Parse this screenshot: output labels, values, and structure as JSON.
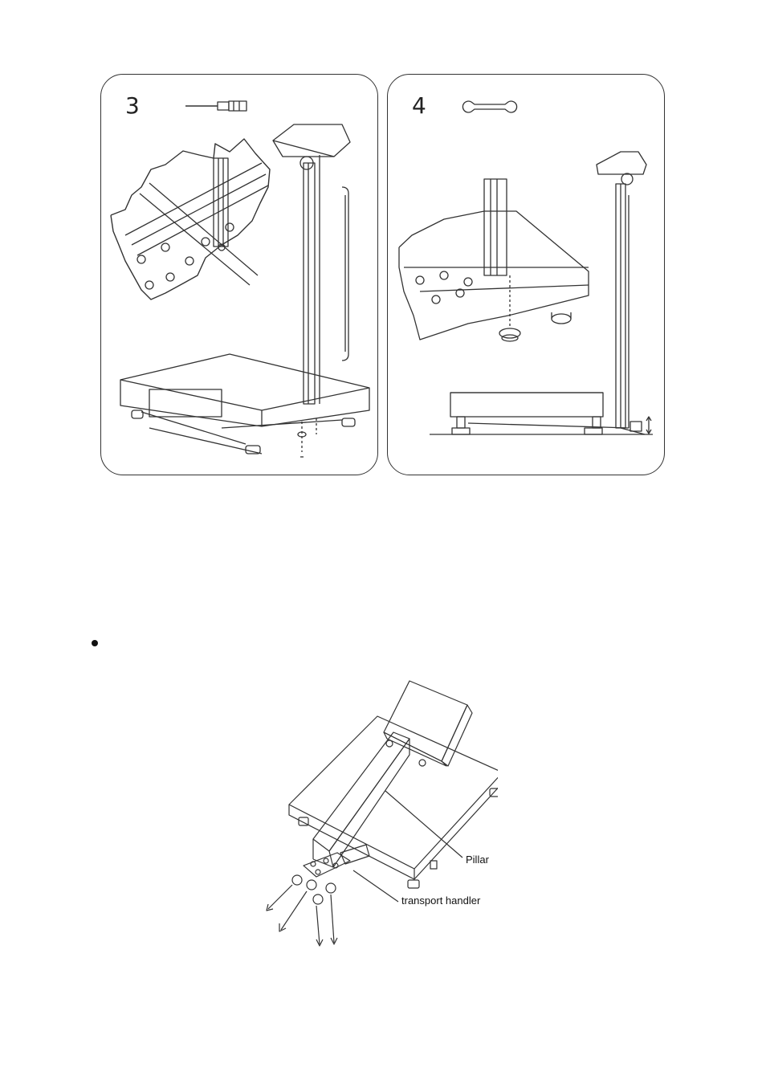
{
  "panels": [
    {
      "step": "3",
      "tool": "screwdriver-icon"
    },
    {
      "step": "4",
      "tool": "wrench-icon"
    }
  ],
  "figure": {
    "labels": {
      "pillar": "Pillar",
      "transport_handler": "transport handler"
    }
  },
  "colors": {
    "line": "#333333",
    "background": "#ffffff"
  }
}
